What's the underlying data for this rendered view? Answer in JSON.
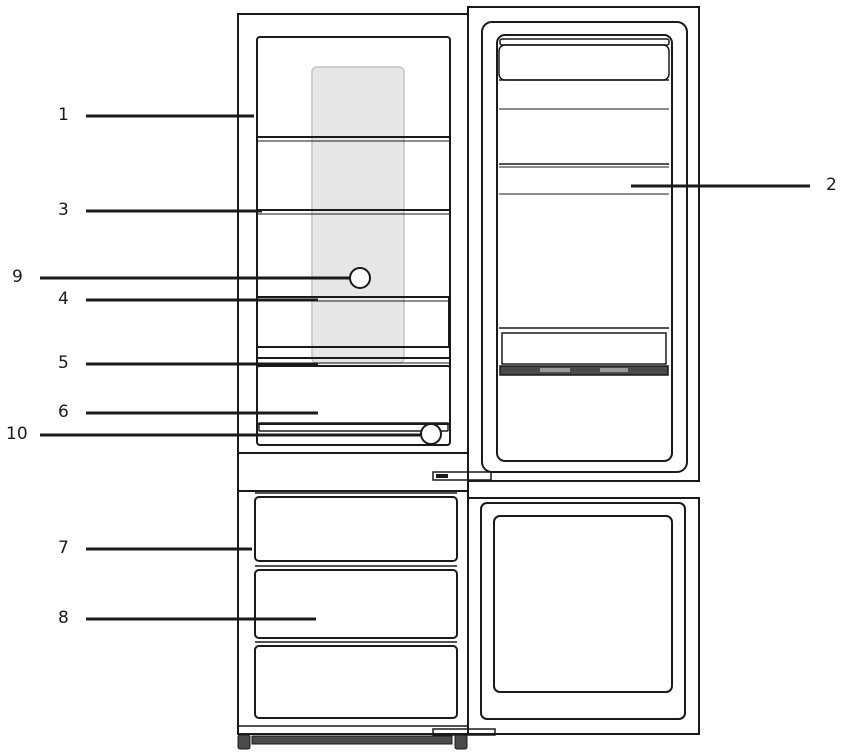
{
  "colors": {
    "outline": "#1a1a1a",
    "glass": "#e6e6e6",
    "glass_stroke": "#c4c4c4",
    "crisper_shade": "#4a4a4a",
    "feet": "#4a4a4a",
    "background": "#ffffff"
  },
  "callouts": [
    {
      "id": "c1",
      "label": "1"
    },
    {
      "id": "c2",
      "label": "2"
    },
    {
      "id": "c3",
      "label": "3"
    },
    {
      "id": "c9",
      "label": "9"
    },
    {
      "id": "c4",
      "label": "4"
    },
    {
      "id": "c5",
      "label": "5"
    },
    {
      "id": "c6",
      "label": "6"
    },
    {
      "id": "c10",
      "label": "10"
    },
    {
      "id": "c7",
      "label": "7"
    },
    {
      "id": "c8",
      "label": "8"
    }
  ]
}
